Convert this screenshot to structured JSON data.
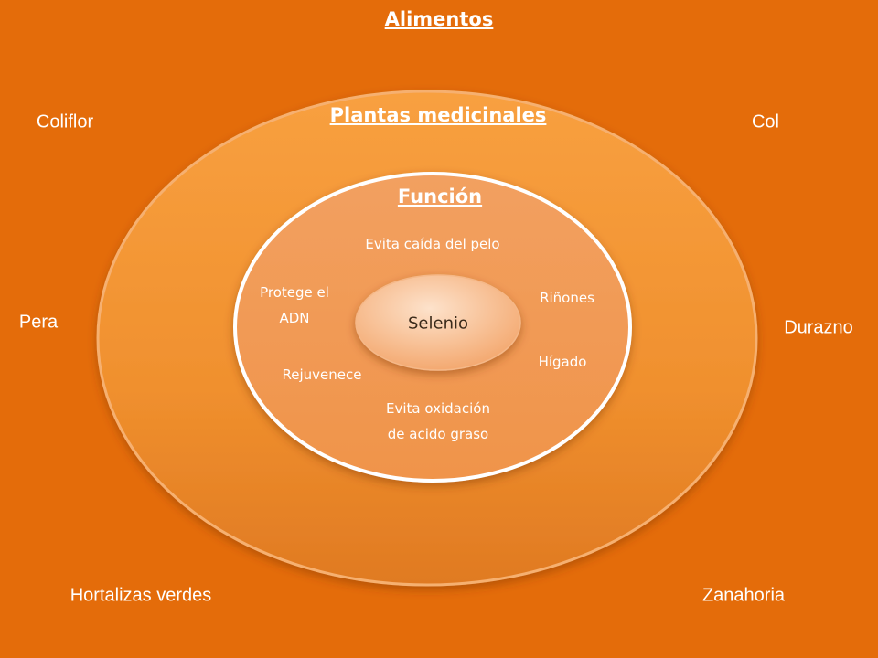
{
  "diagram": {
    "title_outer": "Alimentos",
    "title_middle": "Plantas medicinales",
    "title_inner": "Función",
    "center": "Selenio",
    "foods": {
      "top_left": "Coliflor",
      "top_right": "Col",
      "mid_left": "Pera",
      "mid_right": "Durazno",
      "bottom_left": "Hortalizas verdes",
      "bottom_right": "Zanahoria"
    },
    "functions": {
      "top": "Evita caída del  pelo",
      "left_line1": "Protege el",
      "left_line2": "ADN",
      "right_top": "Riñones",
      "right_bottom": "Hígado",
      "bottom_left": "Rejuvenece",
      "bottom_line1": "Evita oxidación",
      "bottom_line2": "de acido graso"
    }
  },
  "colors": {
    "background": "#e46c0a",
    "outer_ellipse": "#f39435",
    "inner_ellipse": "#f5a25a",
    "center_ellipse": "#f8c49a",
    "text": "#ffffff"
  }
}
